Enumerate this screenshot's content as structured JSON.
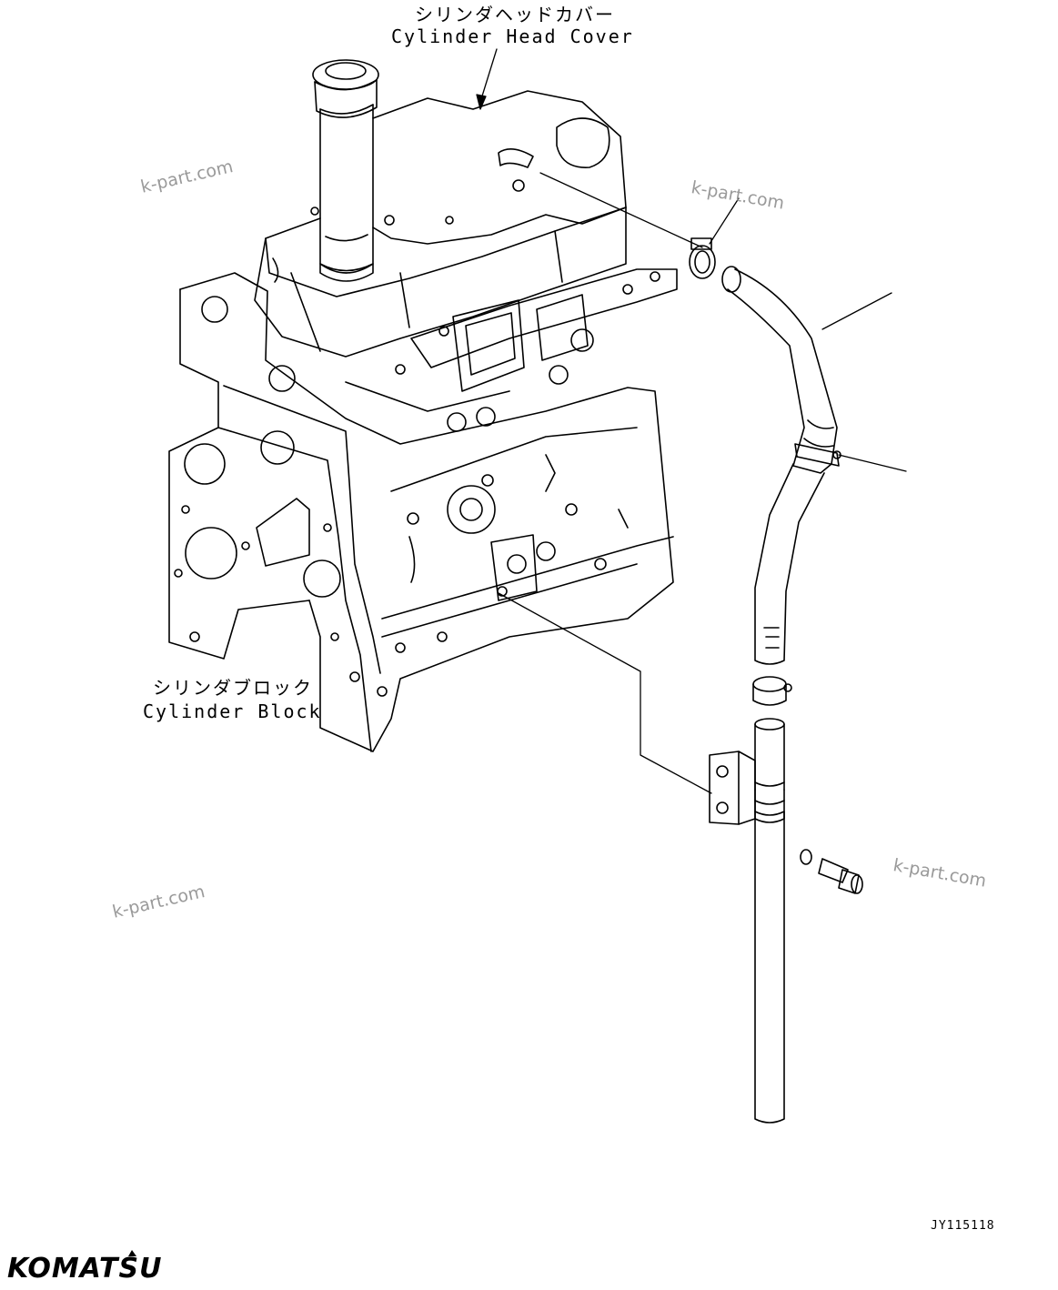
{
  "labels": {
    "head_cover_jp": "シリンダヘッドカバー",
    "head_cover_en": "Cylinder Head Cover",
    "block_jp": "シリンダブロック",
    "block_en": "Cylinder Block"
  },
  "watermarks": [
    "k-part.com",
    "k-part.com",
    "k-part.com",
    "k-part.com"
  ],
  "drawing_code": "JY115118",
  "brand": "KOMATSU",
  "colors": {
    "line": "#000000",
    "watermark": "#9a9a9a",
    "background": "#ffffff"
  }
}
